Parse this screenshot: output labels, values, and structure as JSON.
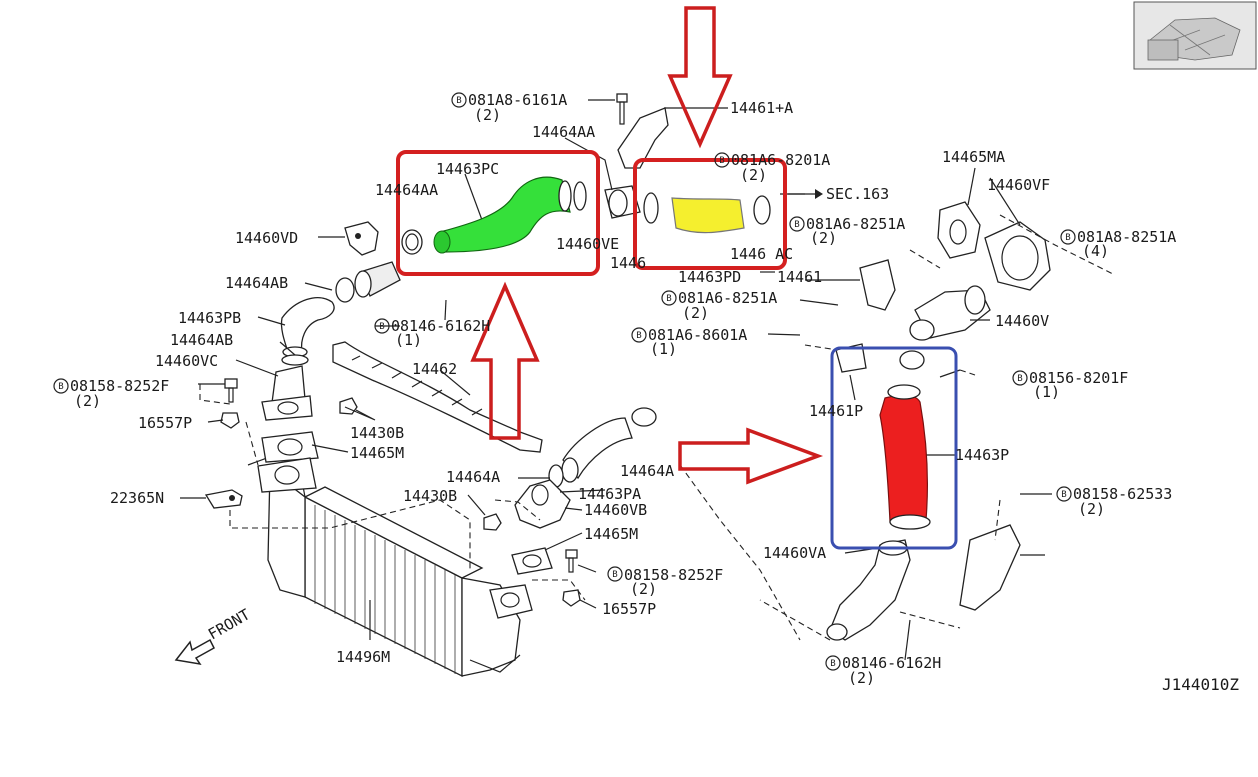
{
  "colors": {
    "red_box": "#d42020",
    "blue_box": "#3a4fb0",
    "green_hose": "#35e03a",
    "yellow_hose": "#f5ef2e",
    "red_hose": "#ec1f1f",
    "arrow": "#cc1e1e"
  },
  "labels": {
    "p14461a": "14461+A",
    "b081a8_6161a": "081A8-6161A",
    "b081a8_6161a_q": "(2)",
    "p14464aa_top": "14464AA",
    "p14463pc": "14463PC",
    "p14464aa": "14464AA",
    "p14460vd": "14460VD",
    "p14464ab_top": "14464AB",
    "p14463pb": "14463PB",
    "p14464ab": "14464AB",
    "p14460vc": "14460VC",
    "b08158_8252f_l": "08158-8252F",
    "b08158_8252f_l_q": "(2)",
    "p16557p_l": "16557P",
    "p14430b_top": "14430B",
    "p14465m_l": "14465M",
    "p22365n": "22365N",
    "p14462": "14462",
    "b08146_6162h_top": "08146-6162H",
    "b08146_6162h_top_q": "(1)",
    "p14460ve": "14460VE",
    "p14460vb_partial": "1446",
    "b081a6_8201a": "081A6-8201A",
    "b081a6_8201a_q": "(2)",
    "sec163": "SEC.163",
    "p14464ac": "1446 AC",
    "p14463pd": "14463PD",
    "b081a6_8251a_mid": "081A6-8251A",
    "b081a6_8251a_mid_q": "(2)",
    "p14461": "14461",
    "b081a6_8251a_left": "081A6-8251A",
    "b081a6_8251a_left_q": "(2)",
    "b081a6_8601a": "081A6-8601A",
    "b081a6_8601a_q": "(1)",
    "p14465ma": "14465MA",
    "p14460vf": "14460VF",
    "b081a8_8251a": "081A8-8251A",
    "b081a8_8251a_q": "(4)",
    "p14460v": "14460V",
    "b08156_8201f": "08156-8201F",
    "b08156_8201f_q": "(1)",
    "p14461p": "14461P",
    "p14463p": "14463P",
    "p14464a_mid": "14464A",
    "p14464a_r": "14464A",
    "p14430b_mid": "14430B",
    "p14463pa": "14463PA",
    "p14460vb": "14460VB",
    "p14465m_mid": "14465M",
    "b08158_8252f_m": "08158-8252F",
    "b08158_8252f_m_q": "(2)",
    "p16557p_m": "16557P",
    "b08158_62533": "08158-62533",
    "b08158_62533_q": "(2)",
    "p14460va": "14460VA",
    "b08146_6162h_bot": "08146-6162H",
    "b08146_6162h_bot_q": "(2)",
    "front": "FRONT",
    "p14496m": "14496M",
    "diagram_code": "J144010Z"
  }
}
